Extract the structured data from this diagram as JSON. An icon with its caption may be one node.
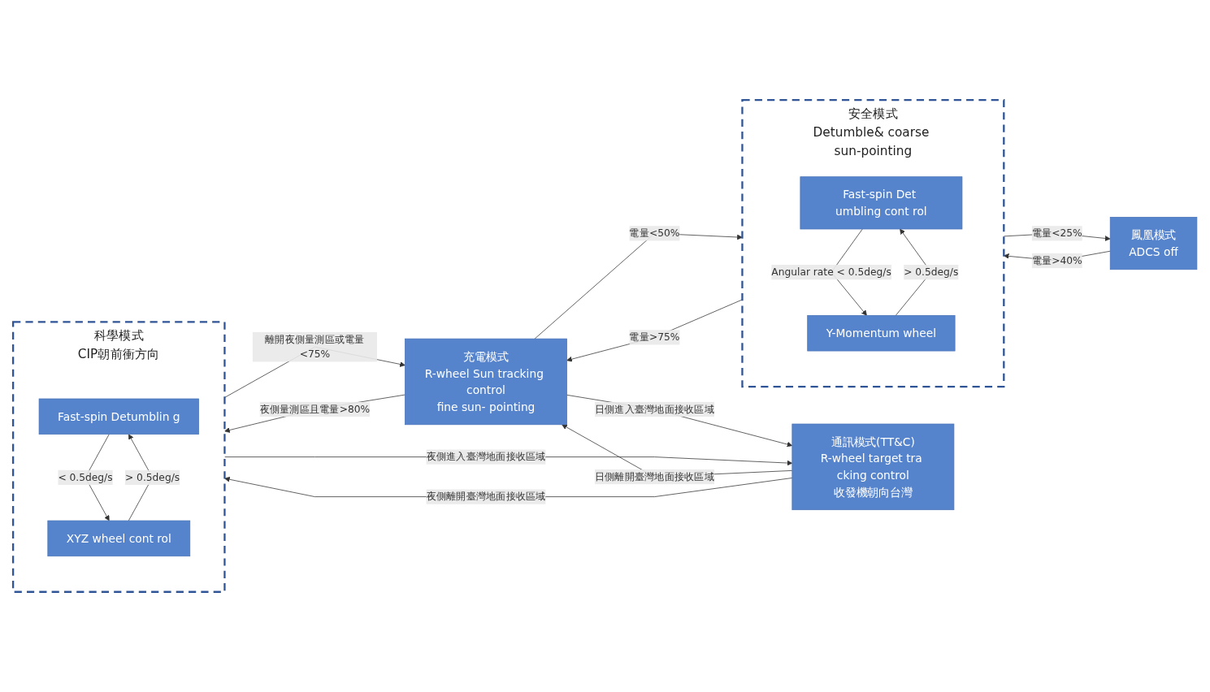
{
  "diagram": {
    "nodes": [
      {
        "text": [
          "鳳凰模式",
          "ADCS off"
        ]
      },
      {
        "text": [
          "安全模式",
          "Detumble& coarse sun-pointing"
        ]
      },
      {
        "text": [
          "Fast-spin Det umbling cont rol"
        ],
        "in": 1
      },
      {
        "text": [
          "Y-Momentum wheel"
        ],
        "in": 1
      },
      {
        "text": [
          "充電模式",
          "R-wheel Sun tracking control",
          "fine sun- pointing"
        ]
      },
      {
        "text": [
          "科學模式",
          "CIP朝前衝方向"
        ]
      },
      {
        "text": [
          "Fast-spin Detumblin g"
        ],
        "in": 5
      },
      {
        "text": [
          "XYZ wheel cont rol"
        ],
        "in": 5
      },
      {
        "text": [
          "通訊模式(TT&C)",
          "R-wheel target tra cking control",
          "收發機朝向台灣"
        ]
      }
    ],
    "edges": [
      {
        "from": 0,
        "to": 1,
        "arrow": "to",
        "label": "電量>40%"
      },
      {
        "from": 1,
        "to": 0,
        "arrow": "to",
        "label": "電量<25%"
      },
      {
        "from": 2,
        "to": 3,
        "arrow": "to",
        "label": "Angular rate < 0.5deg/s"
      },
      {
        "from": 3,
        "to": 2,
        "arrow": "to",
        "label": "> 0.5deg/s"
      },
      {
        "from": 1,
        "to": 4,
        "arrow": "to",
        "label": "電量>75%"
      },
      {
        "from": 4,
        "to": 1,
        "arrow": "to",
        "label": "電量<50%"
      },
      {
        "from": 4,
        "to": 5,
        "arrow": "to",
        "label": "夜側量測區且電量>80%"
      },
      {
        "from": 4,
        "to": 8,
        "arrow": "to",
        "label": "日側進入臺灣地面接收區域"
      },
      {
        "from": 8,
        "to": 4,
        "arrow": "to",
        "label": "日側離開臺灣地面接收區域"
      },
      {
        "from": 5,
        "to": 4,
        "arrow": "to",
        "label": "離開夜側量測區或電量<75%"
      },
      {
        "from": 5,
        "to": 8,
        "arrow": "to",
        "label": "夜側進入臺灣地面接收區域"
      },
      {
        "from": 8,
        "to": 5,
        "arrow": "to",
        "label": "夜側離開臺灣地面接收區域"
      },
      {
        "from": 7,
        "to": 6,
        "arrow": "to",
        "label": "> 0.5deg/s"
      },
      {
        "from": 6,
        "to": 7,
        "arrow": "to",
        "label": "< 0.5deg/s"
      }
    ]
  }
}
